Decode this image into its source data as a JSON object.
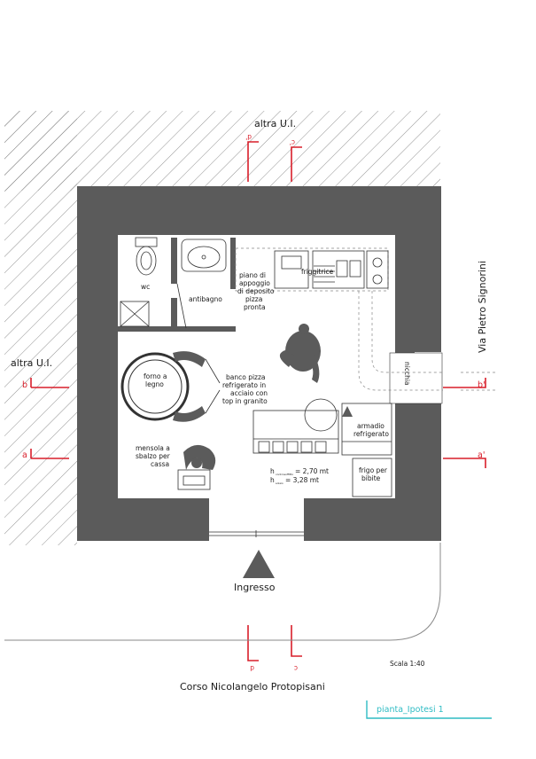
{
  "labels": {
    "north_neighbor": "altra U.I.",
    "west_neighbor": "altra U.I.",
    "east_street": "Via Pietro Signorini",
    "south_street": "Corso Nicolangelo Protopisani",
    "entrance": "Ingresso",
    "scale": "Scala 1:40",
    "sheet_title": "pianta_Ipotesi 1"
  },
  "rooms": {
    "wc": "wc",
    "antibagno": "antibagno",
    "piano_lines": [
      "piano di",
      "appoggio",
      "di deposito",
      "pizza",
      "pronta"
    ],
    "friggitrice": "friggitrice",
    "nicchia": "nicchia",
    "forno_lines": [
      "forno a",
      "legno"
    ],
    "banco_lines": [
      "banco pizza",
      "refrigerato in",
      "acciaio con",
      "top in granito"
    ],
    "armadio_lines": [
      "armadio",
      "refrigerato"
    ],
    "mensola_lines": [
      "mensola a",
      "sbalzo per",
      "cassa"
    ],
    "frigo_lines": [
      "frigo per",
      "bibite"
    ],
    "height1": "h",
    "height1_sub": "controsoffitto",
    "height1_val": "= 2,70 mt",
    "height2": "h",
    "height2_sub": "solaio",
    "height2_val": "= 3,28 mt"
  },
  "section_marks": {
    "a_left": "a",
    "a_right": "a'",
    "b_left": "b",
    "b_right": "b'",
    "top_left": "d'",
    "top_right": "c'",
    "bottom_left": "d",
    "bottom_right": "c"
  },
  "colors": {
    "wall": "#5b5b5b",
    "section": "#d81e2a",
    "title_accent": "#2fbcc4"
  }
}
